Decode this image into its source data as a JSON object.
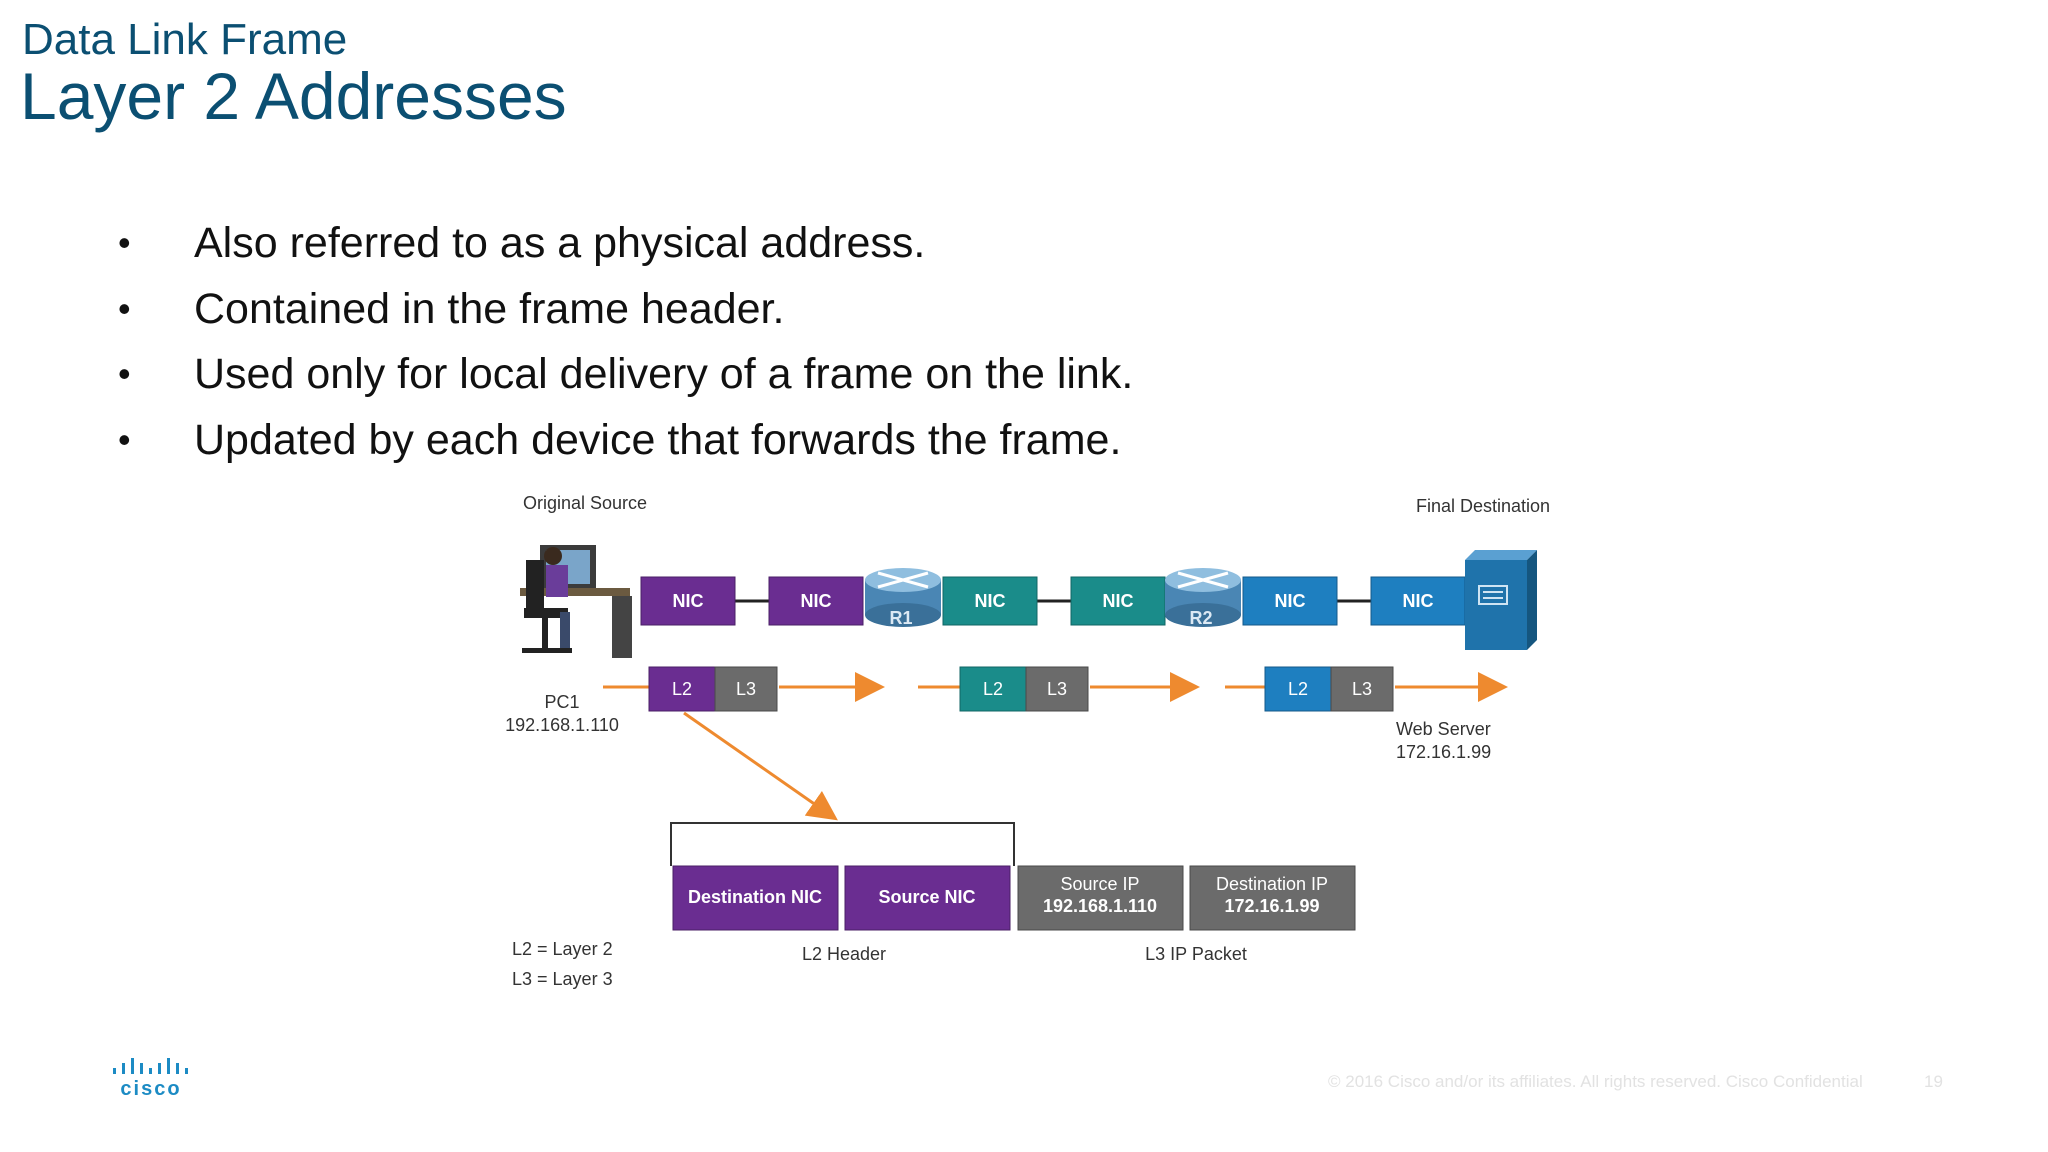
{
  "header": {
    "subtitle": "Data Link Frame",
    "title": "Layer 2 Addresses"
  },
  "bullets": [
    "Also referred to as a physical address.",
    "Contained in the frame header.",
    "Used only for local delivery of a frame on the link.",
    "Updated by each device that forwards the frame."
  ],
  "diagram": {
    "source_label": "Original Source",
    "dest_label": "Final Destination",
    "nic": "NIC",
    "routers": [
      "R1",
      "R2"
    ],
    "l2": "L2",
    "l3": "L3",
    "pc_name": "PC1",
    "pc_ip": "192.168.1.110",
    "server_name": "Web Server",
    "server_ip": "172.16.1.99",
    "frame": {
      "dest_nic": "Destination NIC",
      "src_nic": "Source NIC",
      "src_ip_label": "Source IP",
      "src_ip": "192.168.1.110",
      "dst_ip_label": "Destination IP",
      "dst_ip": "172.16.1.99",
      "l2_header": "L2 Header",
      "l3_packet": "L3 IP Packet"
    },
    "legend": [
      "L2 = Layer 2",
      "L3 = Layer 3"
    ],
    "colors": {
      "purple": "#6a2d91",
      "teal": "#1a8c8a",
      "blue": "#1e7fc0",
      "gray": "#6b6b6b",
      "orange": "#ee8a2f"
    }
  },
  "footer": {
    "logo": "cisco",
    "copyright": "© 2016  Cisco and/or its affiliates. All rights reserved.   Cisco Confidential",
    "page": "19"
  }
}
